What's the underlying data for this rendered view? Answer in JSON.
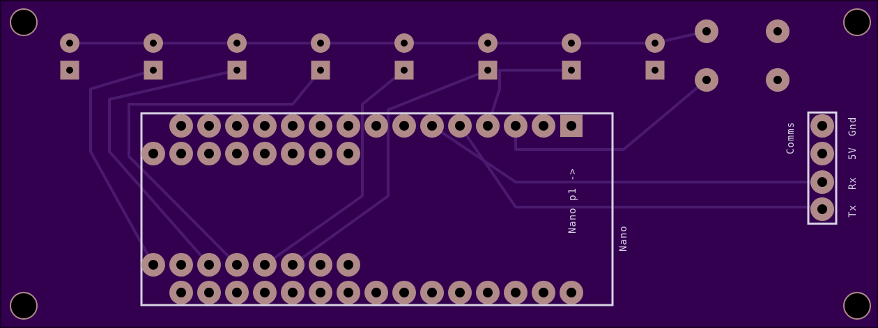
{
  "colors": {
    "board": "#330050",
    "board_edge": "#1a0028",
    "trace": "#4a1a6e",
    "pad": "#b08a88",
    "drill": "#000000",
    "silkscreen": "#d9d2e3"
  },
  "labels": {
    "comms": "Comms",
    "gnd": "Gnd",
    "v5": "5V",
    "rx": "Rx",
    "tx": "Tx",
    "nano_p1": "Nano p1 ->",
    "nano": "Nano"
  }
}
